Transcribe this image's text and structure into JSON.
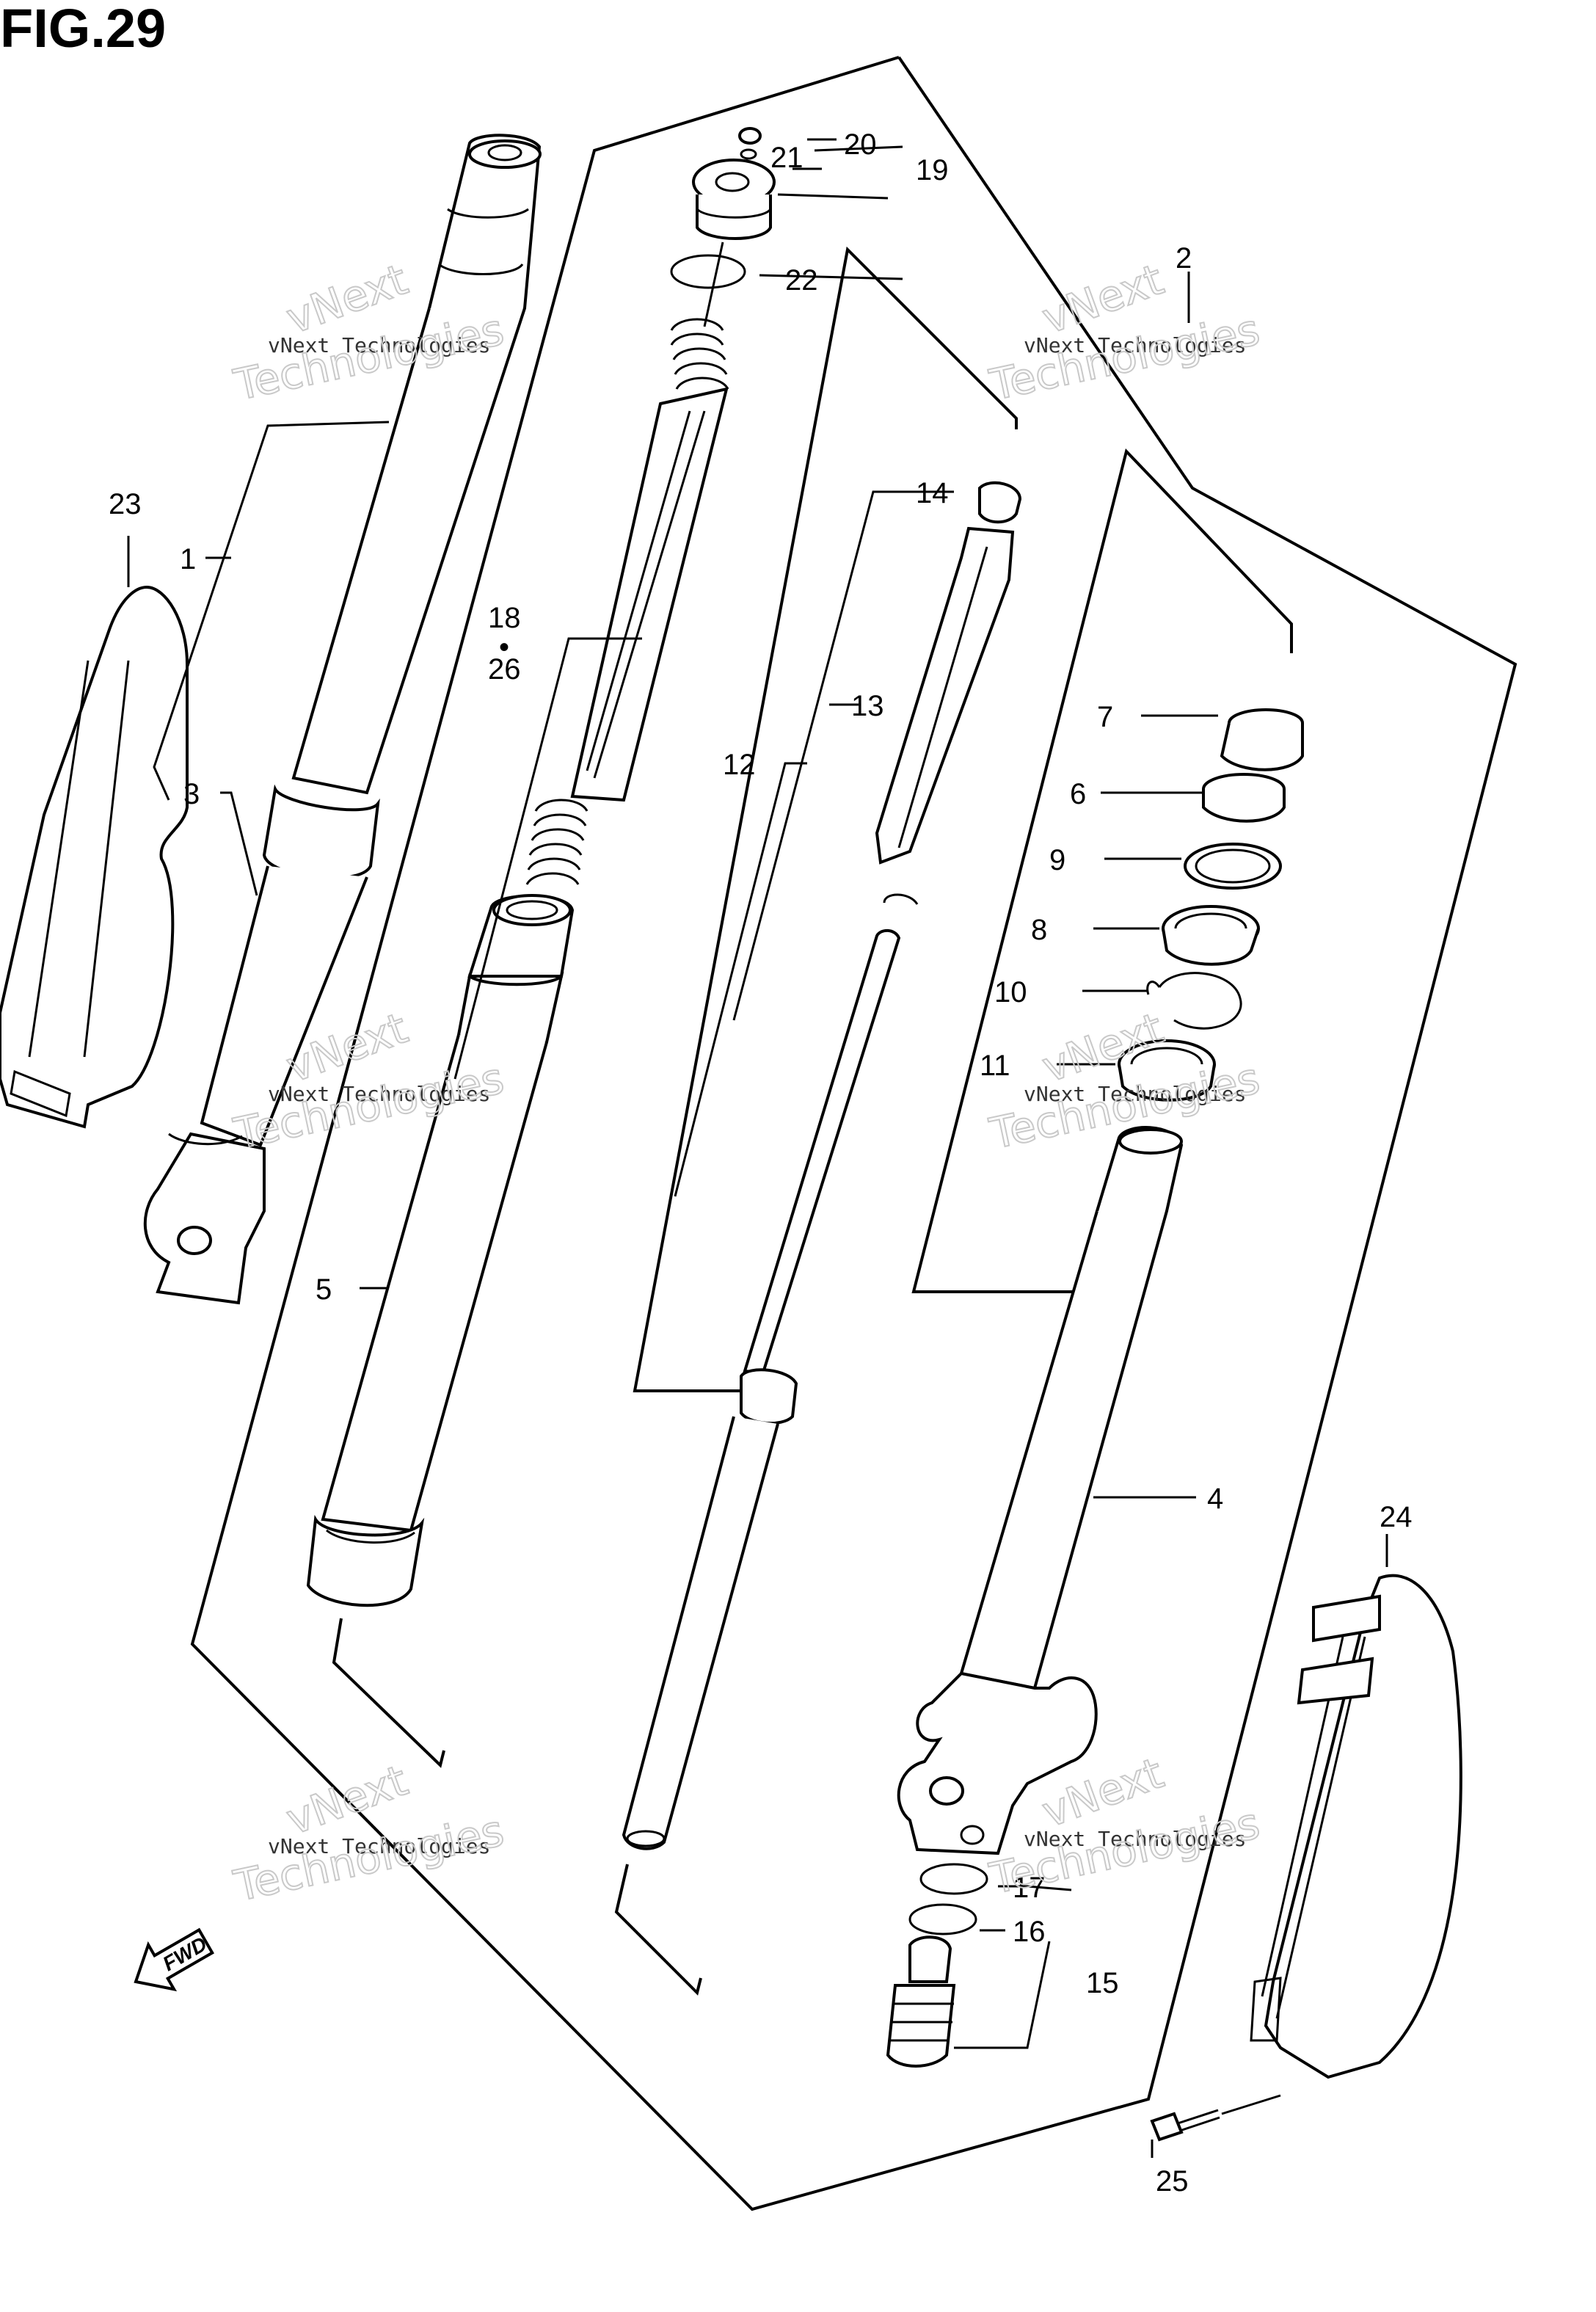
{
  "figure": {
    "title": "FIG.29"
  },
  "watermark": {
    "line1": "vNext Technologies",
    "line2": "Technologies",
    "word_top": "vNext"
  },
  "badge": {
    "fwd": "FWD"
  },
  "labels": {
    "l1": "1",
    "l2": "2",
    "l3": "3",
    "l4": "4",
    "l5": "5",
    "l6": "6",
    "l7": "7",
    "l8": "8",
    "l9": "9",
    "l10": "10",
    "l11": "11",
    "l12": "12",
    "l13": "13",
    "l14": "14",
    "l15": "15",
    "l16": "16",
    "l17": "17",
    "l18": "18",
    "l18sep": "•",
    "l19": "19",
    "l20": "20",
    "l21": "21",
    "l22": "22",
    "l23": "23",
    "l24": "24",
    "l25": "25",
    "l26": "26"
  }
}
